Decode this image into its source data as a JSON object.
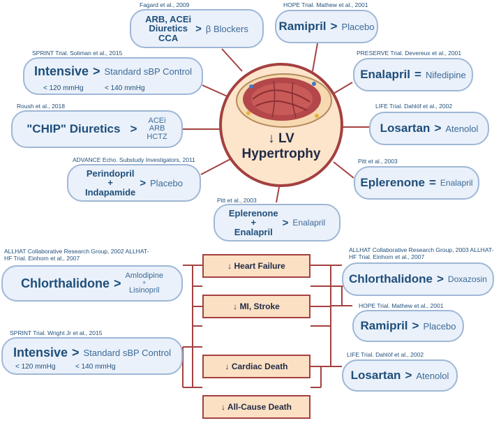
{
  "hub": {
    "line1": "↓ LV",
    "line2": "Hypertrophy"
  },
  "lvh": {
    "fagard": {
      "caption": "Fagard et al., 2009",
      "left1": "ARB, ACEi",
      "left2": "Diuretics",
      "left3": "CCA",
      "op": ">",
      "right": "β Blockers"
    },
    "hope": {
      "caption": "HOPE Trial. Mathew et al., 2001",
      "left": "Ramipril",
      "op": ">",
      "right": "Placebo"
    },
    "sprint": {
      "caption": "SPRINT Trial. Soliman et al., 2015",
      "left": "Intensive",
      "op": ">",
      "right": "Standard sBP Control",
      "sub_left": "< 120 mmHg",
      "sub_right": "< 140 mmHg"
    },
    "preserve": {
      "caption": "PRESERVE Trial. Devereux et al., 2001",
      "left": "Enalapril",
      "op": "=",
      "right": "Nifedipine"
    },
    "roush": {
      "caption": "Roush et al., 2018",
      "left": "\"CHIP\" Diuretics",
      "op": ">",
      "right1": "ACEi",
      "right2": "ARB",
      "right3": "HCTZ"
    },
    "life": {
      "caption": "LIFE Trial. Dahlöf et al., 2002",
      "left": "Losartan",
      "op": ">",
      "right": "Atenolol"
    },
    "advance": {
      "caption": "ADVANCE Echo. Substudy Investigators, 2011",
      "left1": "Perindopril",
      "plus": "+",
      "left2": "Indapamide",
      "op": ">",
      "right": "Placebo"
    },
    "pitt1": {
      "caption": "Pitt et al., 2003",
      "left": "Eplerenone",
      "op": "=",
      "right": "Enalapril"
    },
    "pitt2": {
      "caption": "Pitt et al., 2003",
      "left1": "Eplerenone",
      "plus": "+",
      "left2": "Enalapril",
      "op": ">",
      "right": "Enalapril"
    }
  },
  "outcomes": {
    "heart_failure": "↓ Heart Failure",
    "mi_stroke": "↓ MI, Stroke",
    "cardiac_death": "↓ Cardiac Death",
    "all_cause": "↓ All-Cause Death"
  },
  "clinical": {
    "allhat_left": {
      "caption_line1": "ALLHAT Collaborative Research Group, 2002 ALLHAT-",
      "caption_line2": "HF Trial. Einhorn et al., 2007",
      "left": "Chlorthalidone",
      "op": ">",
      "right1": "Amlodipine",
      "plus": "+",
      "right2": "Lisinopril"
    },
    "sprint2": {
      "caption": "SPRINT Trial. Wright Jr et al., 2015",
      "left": "Intensive",
      "op": ">",
      "right": "Standard sBP Control",
      "sub_left": "< 120 mmHg",
      "sub_right": "< 140 mmHg"
    },
    "allhat_right": {
      "caption_line1": "ALLHAT Collaborative Research Group, 2003 ALLHAT-",
      "caption_line2": "HF Trial. Einhorn et al., 2007",
      "left": "Chlorthalidone",
      "op": ">",
      "right": "Doxazosin"
    },
    "hope2": {
      "caption": "HOPE Trial. Mathew et al., 2001",
      "left": "Ramipril",
      "op": ">",
      "right": "Placebo"
    },
    "life2": {
      "caption": "LIFE Trial. Dahlöf et al., 2002",
      "left": "Losartan",
      "op": ">",
      "right": "Atenolol"
    }
  },
  "colors": {
    "pill_border": "#9fb7d6",
    "pill_fill": "#eaf1fa",
    "text_blue": "#1f4e7a",
    "red_line": "#a44040",
    "outcome_fill": "#fbe0c4"
  }
}
